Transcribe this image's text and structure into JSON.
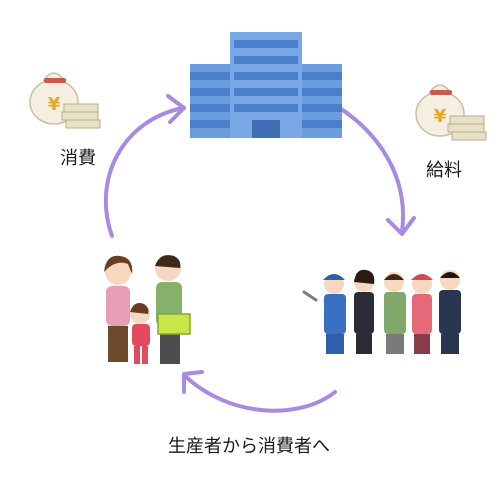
{
  "labels": {
    "consumption": "消費",
    "salary": "給料",
    "producer_to_consumer": "生産者から消費者へ"
  },
  "icons": {
    "company": "office-building-icon",
    "money_left": "money-bag-icon",
    "money_right": "money-bag-icon",
    "workers": "workers-group-icon",
    "family": "family-shopping-icon",
    "yen_symbol": "¥"
  },
  "colors": {
    "arrow": "#a78be0",
    "building_blue": "#5b8fd6",
    "building_light": "#8fb6ea",
    "money_bag": "#f4efe1",
    "yen": "#e7a91f"
  }
}
